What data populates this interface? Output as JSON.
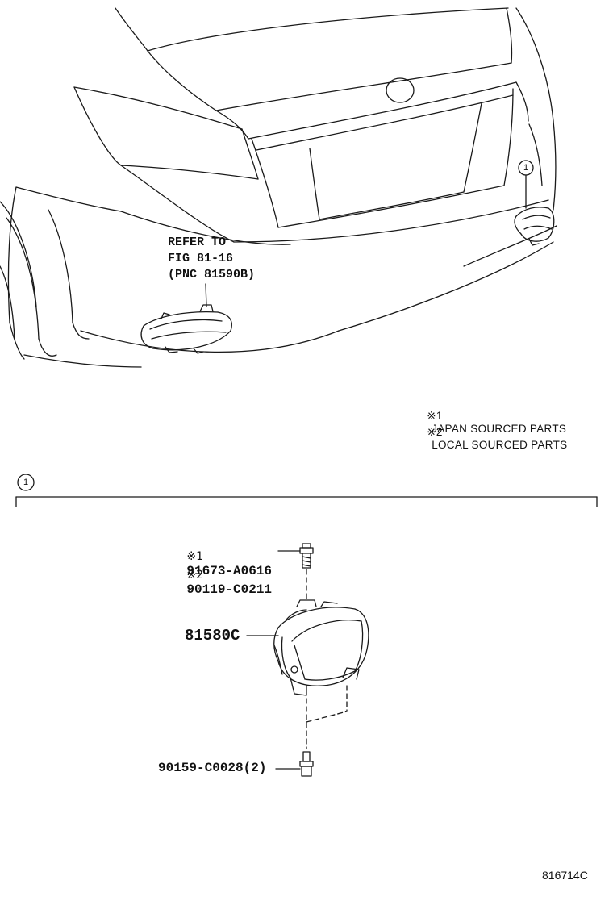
{
  "callout": {
    "number": "1"
  },
  "refer": {
    "line1": "REFER TO",
    "line2": "FIG 81-16",
    "line3": "(PNC 81590B)"
  },
  "legend": {
    "items": [
      {
        "mark": "※1",
        "text": "JAPAN SOURCED PARTS"
      },
      {
        "mark": "※2",
        "text": "LOCAL SOURCED PARTS"
      }
    ]
  },
  "parts": {
    "bolt_top_japan": {
      "mark": "※1",
      "number": "91673-A0616"
    },
    "bolt_top_local": {
      "mark": "※2",
      "number": "90119-C0211"
    },
    "lamp": {
      "number": "81580C"
    },
    "bolt_bottom": {
      "number": "90159-C0028(2)"
    }
  },
  "illustration_id": "816714C"
}
